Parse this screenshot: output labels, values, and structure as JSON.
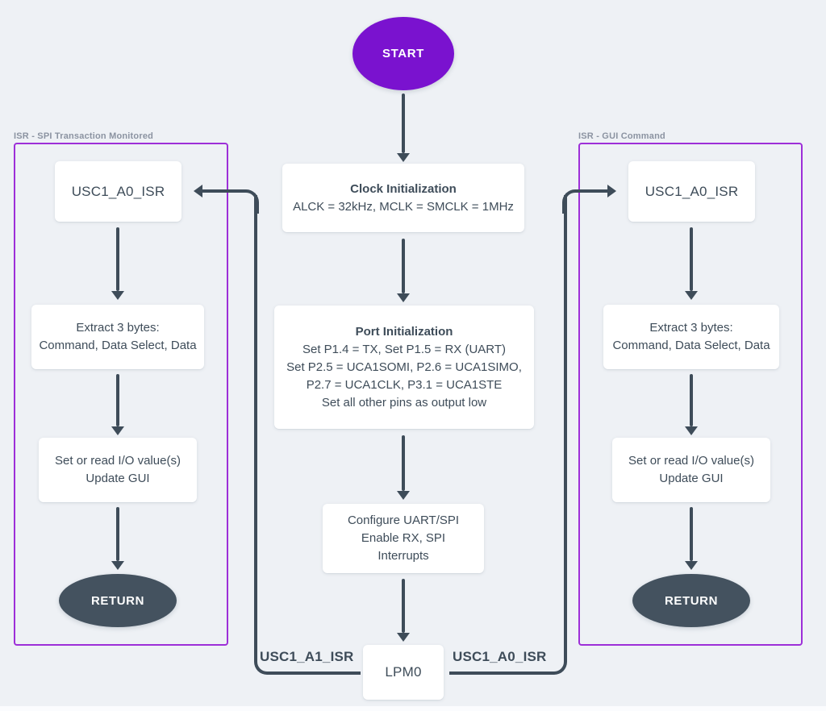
{
  "colors": {
    "background": "#eef1f5",
    "accent_purple": "#7a12cf",
    "panel_border_purple": "#9d2fd8",
    "node_text": "#3e4c59",
    "return_fill": "#44525f",
    "panel_title_gray": "#8b93a1"
  },
  "start": {
    "label": "START"
  },
  "center": {
    "clock": {
      "title": "Clock Initialization",
      "line": "ALCK = 32kHz, MCLK = SMCLK = 1MHz"
    },
    "port": {
      "title": "Port Initialization",
      "lines": [
        "Set P1.4 = TX, Set P1.5 = RX (UART)",
        "Set P2.5 = UCA1SOMI,  P2.6 = UCA1SIMO,",
        "P2.7 = UCA1CLK, P3.1 = UCA1STE",
        "Set all other pins as output low"
      ]
    },
    "configure": {
      "lines": [
        "Configure UART/SPI",
        "Enable RX, SPI",
        "Interrupts"
      ]
    },
    "lpm0": {
      "label": "LPM0"
    }
  },
  "left_panel": {
    "title": "ISR - SPI Transaction Monitored",
    "isr_label": "USC1_A0_ISR",
    "extract": [
      "Extract 3 bytes:",
      "Command, Data Select, Data"
    ],
    "action": [
      "Set or read I/O value(s)",
      "Update GUI"
    ],
    "return_label": "RETURN"
  },
  "right_panel": {
    "title": "ISR - GUI Command",
    "isr_label": "USC1_A0_ISR",
    "extract": [
      "Extract 3 bytes:",
      "Command, Data Select, Data"
    ],
    "action": [
      "Set or read I/O value(s)",
      "Update GUI"
    ],
    "return_label": "RETURN"
  },
  "edge_labels": {
    "left": "USC1_A1_ISR",
    "right": "USC1_A0_ISR"
  }
}
